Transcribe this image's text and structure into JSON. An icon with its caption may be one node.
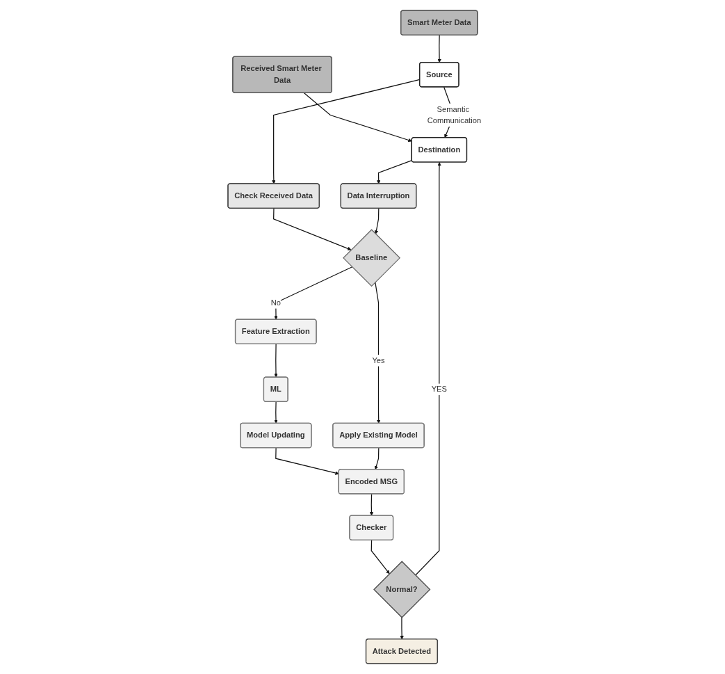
{
  "diagram": {
    "nodes": [
      {
        "text": [
          "Smart Meter Data"
        ]
      },
      {
        "text": [
          "Received Smart Meter Data"
        ]
      },
      {
        "text": [
          "Source"
        ]
      },
      {
        "text": [
          "Destination"
        ]
      },
      {
        "text": [
          "Check Received Data"
        ]
      },
      {
        "text": [
          "Data Interruption"
        ]
      },
      {
        "text": [
          "Baseline"
        ]
      },
      {
        "text": [
          "Feature Extraction"
        ]
      },
      {
        "text": [
          "ML"
        ]
      },
      {
        "text": [
          "Model Updating"
        ]
      },
      {
        "text": [
          "Apply Existing Model"
        ]
      },
      {
        "text": [
          "Encoded MSG"
        ]
      },
      {
        "text": [
          "Checker"
        ]
      },
      {
        "text": [
          "Normal?"
        ]
      },
      {
        "text": [
          "Attack Detected"
        ]
      }
    ],
    "edges": [
      {
        "from": 0,
        "to": 2,
        "arrow": "to"
      },
      {
        "from": 1,
        "to": 3,
        "arrow": "to"
      },
      {
        "from": 2,
        "to": 3,
        "label": "Semantic Communication",
        "arrow": "to"
      },
      {
        "from": 2,
        "to": 4,
        "arrow": "to"
      },
      {
        "from": 3,
        "to": 5,
        "arrow": "to"
      },
      {
        "from": 4,
        "to": 6,
        "arrow": "to"
      },
      {
        "from": 5,
        "to": 6,
        "arrow": "to"
      },
      {
        "from": 6,
        "to": 7,
        "label": "No",
        "arrow": "to"
      },
      {
        "from": 6,
        "to": 10,
        "label": "Yes",
        "arrow": "to"
      },
      {
        "from": 7,
        "to": 8,
        "arrow": "to"
      },
      {
        "from": 8,
        "to": 9,
        "arrow": "to"
      },
      {
        "from": 9,
        "to": 11,
        "arrow": "to"
      },
      {
        "from": 10,
        "to": 11,
        "arrow": "to"
      },
      {
        "from": 11,
        "to": 12,
        "arrow": "to"
      },
      {
        "from": 12,
        "to": 13,
        "arrow": "to"
      },
      {
        "from": 13,
        "to": 3,
        "label": "YES",
        "arrow": "to"
      },
      {
        "from": 13,
        "to": 14,
        "arrow": "to"
      }
    ]
  }
}
